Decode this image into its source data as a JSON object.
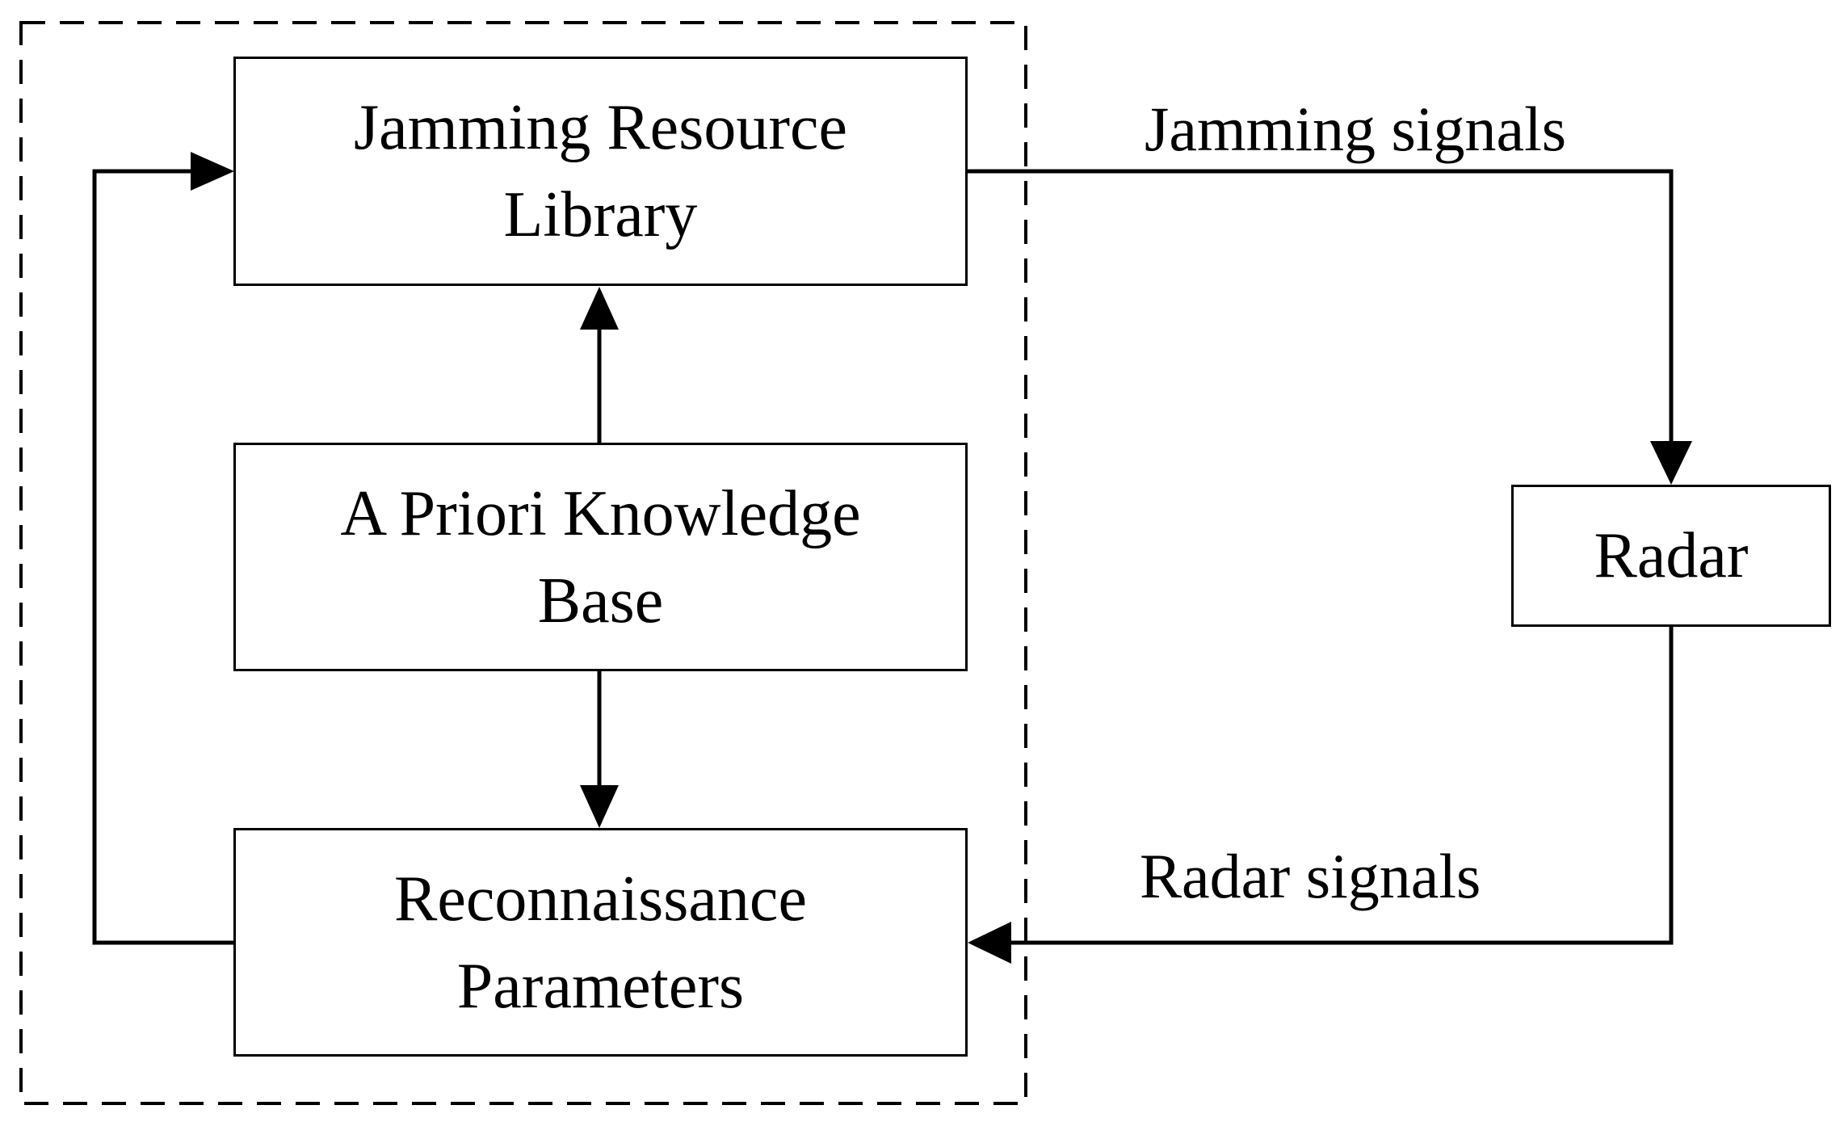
{
  "diagram": {
    "nodes": {
      "jamming_library": {
        "lines": [
          "Jamming Resource",
          "Library"
        ]
      },
      "priori_knowledge": {
        "lines": [
          "A Priori Knowledge",
          "Base"
        ]
      },
      "reconnaissance": {
        "lines": [
          "Reconnaissance",
          "Parameters"
        ]
      },
      "radar": {
        "lines": [
          "Radar"
        ]
      }
    },
    "edges": {
      "jamming_signals": "Jamming signals",
      "radar_signals": "Radar signals"
    }
  }
}
